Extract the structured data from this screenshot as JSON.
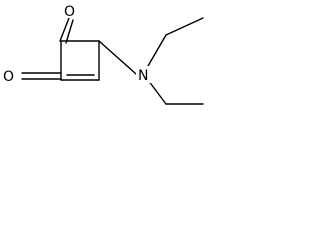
{
  "molecule": {
    "atoms": {
      "oxygen_top": "O",
      "oxygen_left": "O",
      "nitrogen": "N"
    }
  }
}
